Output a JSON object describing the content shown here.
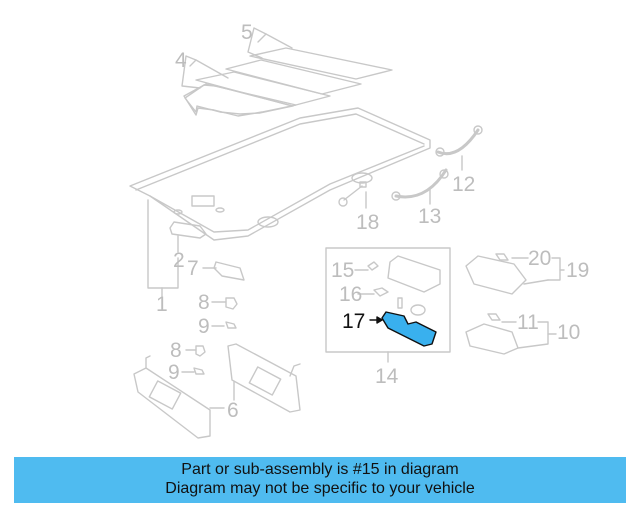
{
  "diagram": {
    "highlighted_part": "15",
    "line_color": "#c8c8c8",
    "highlight_color": "#39b0ee",
    "callouts": [
      {
        "id": "1",
        "label": "1"
      },
      {
        "id": "2",
        "label": "2"
      },
      {
        "id": "4",
        "label": "4"
      },
      {
        "id": "5",
        "label": "5"
      },
      {
        "id": "6",
        "label": "6"
      },
      {
        "id": "7",
        "label": "7"
      },
      {
        "id": "8a",
        "label": "8"
      },
      {
        "id": "9a",
        "label": "9"
      },
      {
        "id": "8b",
        "label": "8"
      },
      {
        "id": "9b",
        "label": "9"
      },
      {
        "id": "10",
        "label": "10"
      },
      {
        "id": "11",
        "label": "11"
      },
      {
        "id": "12",
        "label": "12"
      },
      {
        "id": "13",
        "label": "13"
      },
      {
        "id": "14",
        "label": "14"
      },
      {
        "id": "15",
        "label": "15"
      },
      {
        "id": "16",
        "label": "16"
      },
      {
        "id": "17",
        "label": "17"
      },
      {
        "id": "18",
        "label": "18"
      },
      {
        "id": "19",
        "label": "19"
      },
      {
        "id": "20",
        "label": "20"
      }
    ]
  },
  "banner": {
    "line1": "Part or sub-assembly is #15 in diagram",
    "line2": "Diagram may not be specific to your vehicle",
    "background": "#4fbbf0"
  }
}
